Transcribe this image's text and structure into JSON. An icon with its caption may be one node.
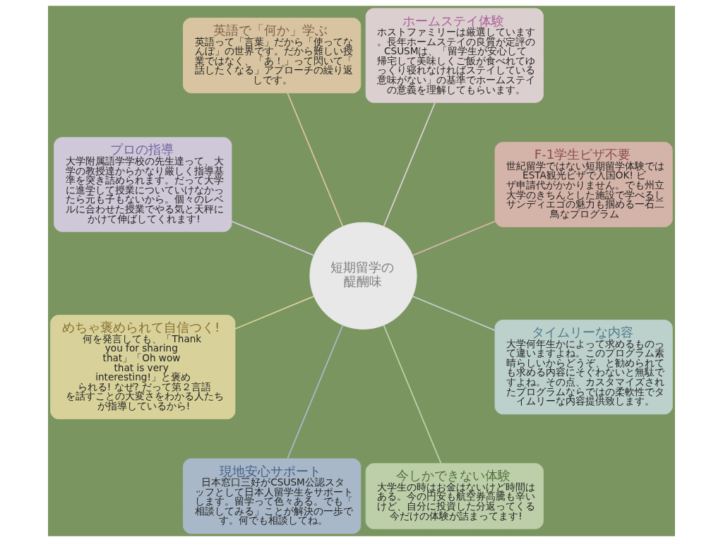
{
  "diagram": {
    "nodes": [
      {
        "text": [
          "短期留学の醍醐味"
        ]
      },
      {
        "text": [
          "F-1学生ビザ不要",
          "世紀留学ではない短期留学体験ではESTA観光ビザで入国OK! ビザ申請代がかかりません。でも州立大学のきちんとした施設で学べるしサンディエゴの魅力も掴める一石二鳥なプログラム"
        ]
      },
      {
        "text": [
          "ホームステイ体験",
          "ホストファミリーは厳選しています。長年ホームステイの良質が定評のCSUSMは、「留学生が安心して帰宅して美味しくご飯が食べれてゆっくり寝れなければステイしている意味がない」の基準でホームステイの意義を理解してもらいます。"
        ]
      },
      {
        "text": [
          "英語で「何か」学ぶ",
          "英語って「言葉」だから「使ってなんぼ」の世界です。だから難しい授業ではなく、「あ！」って閃いて「話したくなる」アプローチの繰り返しです。"
        ]
      },
      {
        "text": [
          "プロの指導",
          "大学附属語学学校の先生達って、大学の教授達からかなり厳しく指導基準を突き詰められます。だって大学に進学して授業についていけなかったら元も子もないから。個々のレベルに合わせた授業でやる気と天秤にかけて伸ばしてくれます!"
        ]
      },
      {
        "text": [
          "めちゃ褒められて自信つく!",
          "何を発言しても、「Thank you for sharing that」「Oh wow that is very interesting!」と褒められる! なぜ? だって第２言語を話すことの大変さをわかる人たちが指導しているから!"
        ]
      },
      {
        "text": [
          "現地安心サポート",
          "日本窓口三好がCSUSM公認スタッフとして日本人留学生をサポートします。留学って色々ある。でも「相談してみる」ことが解決の一歩です。何でも相談してね。"
        ]
      },
      {
        "text": [
          "今しかできない体験",
          "大学生の時はお金はないけど時間はある。今の円安も航空券高騰も辛いけど、自分に投資した分返ってくる今だけの体験が詰まってます!"
        ]
      },
      {
        "text": [
          "タイムリーな内容",
          "大学何年生かによって求めるものって違いますよね。このプログラム素晴らしいからどうぞ、と勧められても求める内容にそぐわないと無駄ですよね。その点、カスタマイズされたプログラムならではの柔軟性でタイムリーな内容提供致します。"
        ]
      }
    ],
    "edges": [
      {
        "from": 0,
        "to": 1,
        "arrow": "none"
      },
      {
        "from": 0,
        "to": 2,
        "arrow": "none"
      },
      {
        "from": 0,
        "to": 3,
        "arrow": "none"
      },
      {
        "from": 0,
        "to": 4,
        "arrow": "none"
      },
      {
        "from": 0,
        "to": 5,
        "arrow": "none"
      },
      {
        "from": 0,
        "to": 6,
        "arrow": "none"
      },
      {
        "from": 0,
        "to": 7,
        "arrow": "none"
      },
      {
        "from": 0,
        "to": 8,
        "arrow": "none"
      }
    ]
  }
}
